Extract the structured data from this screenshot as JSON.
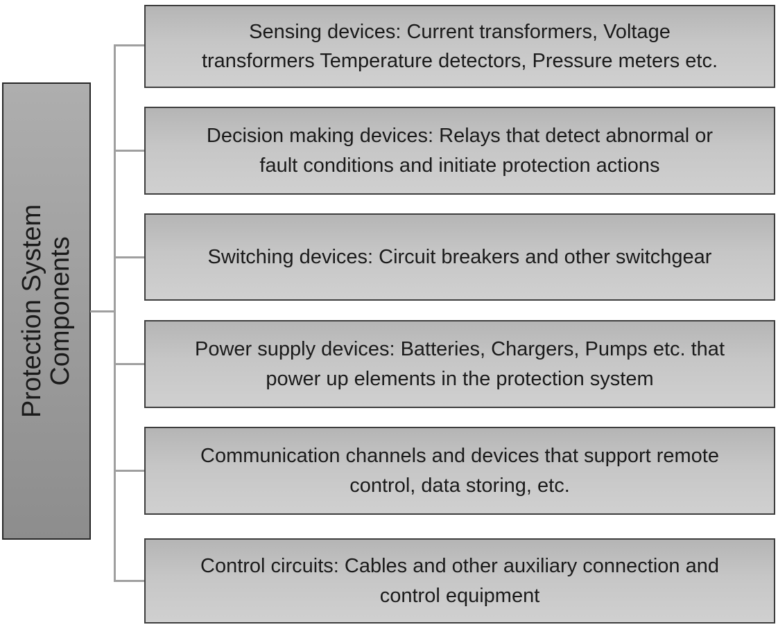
{
  "diagram": {
    "title": {
      "line1": "Protection System",
      "line2": "Components"
    },
    "boxes": [
      {
        "id": "sensing-devices",
        "text": "Sensing devices: Current transformers, Voltage\ntransformers Temperature detectors, Pressure meters etc."
      },
      {
        "id": "decision-making-devices",
        "text": "Decision making devices: Relays that detect abnormal or\nfault conditions and initiate protection actions"
      },
      {
        "id": "switching-devices",
        "text": "Switching devices: Circuit breakers and other switchgear"
      },
      {
        "id": "power-supply-devices",
        "text": "Power supply devices: Batteries, Chargers, Pumps etc. that\npower up elements in the protection system"
      },
      {
        "id": "communication-channels",
        "text": "Communication channels and devices that support remote\ncontrol, data storing, etc."
      },
      {
        "id": "control-circuits",
        "text": "Control circuits: Cables and other auxiliary connection and\ncontrol equipment"
      }
    ],
    "colors": {
      "background": "#ffffff",
      "text": "#1a1a1a",
      "box_border": "#3d3d3d",
      "box_fill_top": "#b5b5b5",
      "box_fill_mid": "#c6c6c6",
      "box_fill_bottom": "#d0d0d0",
      "title_border": "#262626",
      "title_fill_top": "#aeaeae",
      "title_fill_bottom": "#8d8d8d",
      "connector": "#9f9f9f"
    }
  }
}
